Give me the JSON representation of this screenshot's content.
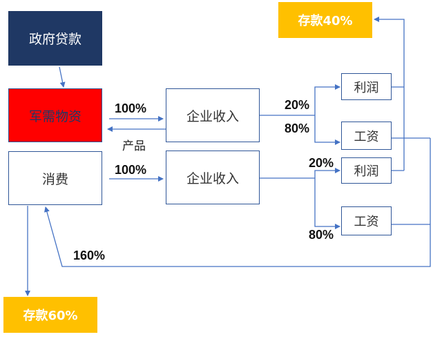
{
  "nodes": {
    "gov_loan": "政府贷款",
    "military_supplies": "军需物资",
    "consumption": "消费",
    "enterprise_income_1": "企业收入",
    "enterprise_income_2": "企业收入",
    "profit_1": "利润",
    "wages_1": "工资",
    "profit_2": "利润",
    "wages_2": "工资",
    "deposit_40": "存款40%",
    "deposit_60": "存款60%"
  },
  "edge_labels": {
    "supplies_to_income": "100%",
    "products": "产品",
    "consumption_to_income": "100%",
    "income1_to_profit": "20%",
    "income1_to_wages": "80%",
    "income2_to_profit": "20%",
    "income2_to_wages": "80%",
    "wages_to_consumption": "160%"
  },
  "colors": {
    "navy": "#1f3864",
    "red": "#ff0000",
    "gold": "#ffc000",
    "border": "#2e5597",
    "arrow": "#4472c4"
  }
}
